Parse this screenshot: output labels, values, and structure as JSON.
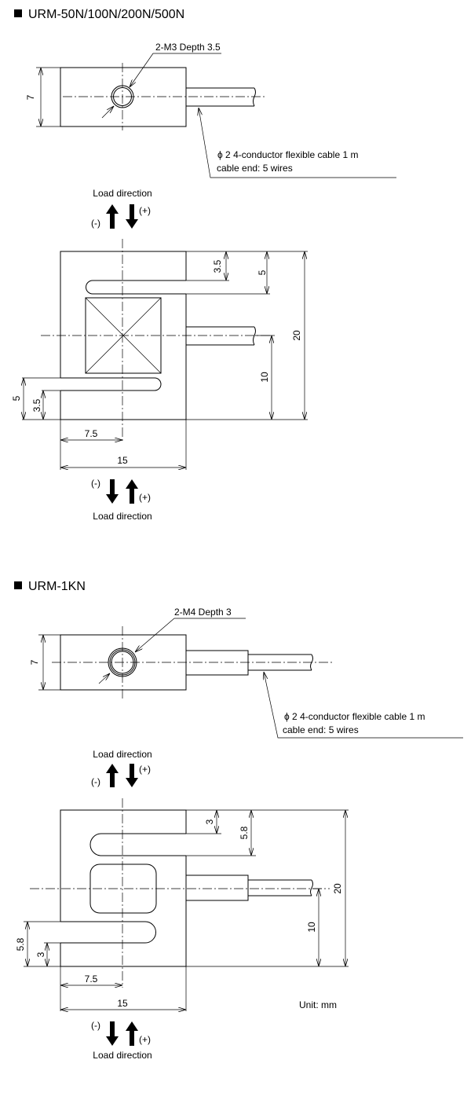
{
  "sections": [
    {
      "title": "URM-50N/100N/200N/500N",
      "thread_label": "2-M3 Depth 3.5",
      "cable_label_line1": "ϕ 2 4-conductor flexible cable 1 m",
      "cable_label_line2": "cable end: 5 wires",
      "load_direction_top": "Load direction",
      "load_direction_bottom": "Load direction",
      "minus": "(-)",
      "plus": "(+)",
      "dims": {
        "height_top": "7",
        "slot_top_inner": "3.5",
        "slot_top_outer": "5",
        "total_height": "20",
        "center_height": "10",
        "slot_bottom_outer": "5",
        "slot_bottom_inner": "3.5",
        "half_width": "7.5",
        "width": "15"
      }
    },
    {
      "title": "URM-1KN",
      "thread_label": "2-M4 Depth 3",
      "cable_label_line1": "ϕ 2 4-conductor flexible cable 1 m",
      "cable_label_line2": "cable end: 5 wires",
      "load_direction_top": "Load direction",
      "load_direction_bottom": "Load direction",
      "minus": "(-)",
      "plus": "(+)",
      "dims": {
        "height_top": "7",
        "slot_top_inner": "3",
        "slot_top_outer": "5.8",
        "total_height": "20",
        "center_height": "10",
        "slot_bottom_outer": "5.8",
        "slot_bottom_inner": "3",
        "half_width": "7.5",
        "width": "15"
      }
    }
  ],
  "unit_label": "Unit: mm"
}
